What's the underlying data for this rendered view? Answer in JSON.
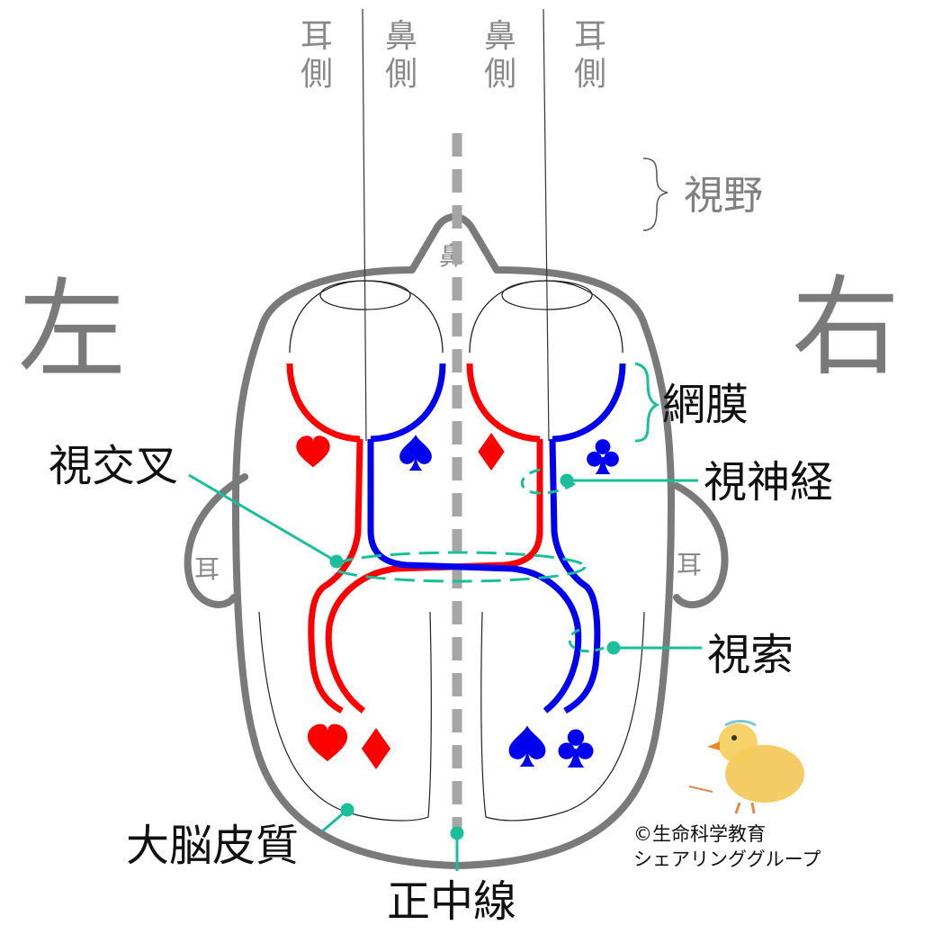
{
  "side_labels": {
    "left": "左",
    "right": "右"
  },
  "columns": {
    "left_temporal": [
      "耳",
      "側"
    ],
    "left_nasal": [
      "鼻",
      "側"
    ],
    "right_nasal": [
      "鼻",
      "側"
    ],
    "right_temporal": [
      "耳",
      "側"
    ]
  },
  "visual_field_label": "視野",
  "nose_label": "鼻",
  "ear_label_left": "耳",
  "ear_label_right": "耳",
  "labels": {
    "retina": "網膜",
    "optic_chiasm": "視交叉",
    "optic_nerve": "視神経",
    "optic_tract": "視索",
    "cortex": "大脳皮質",
    "midline": "正中線"
  },
  "credit": {
    "line1": "©生命科学教育",
    "line2": "シェアリンググループ"
  },
  "symbols": {
    "left_eye_temporal": "heart",
    "left_eye_nasal": "spade",
    "right_eye_nasal": "diamond",
    "right_eye_temporal": "club",
    "left_cortex": [
      "heart",
      "diamond"
    ],
    "right_cortex": [
      "spade",
      "club"
    ]
  },
  "colors": {
    "red_path": "#ff0000",
    "blue_path": "#0000ee",
    "head_outline": "#7a7a7a",
    "leader_line": "#1abf9a",
    "midline": "#a6a6a6"
  }
}
